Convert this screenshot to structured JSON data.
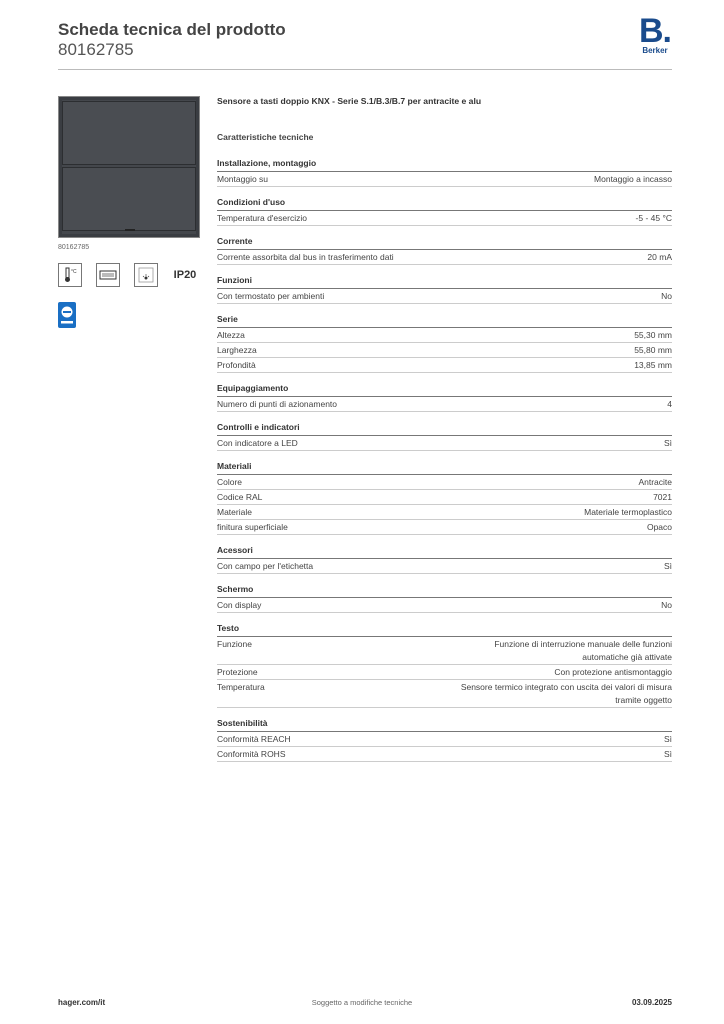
{
  "header": {
    "title": "Scheda tecnica del prodotto",
    "article_number": "80162785",
    "logo_text": "Berker"
  },
  "product": {
    "article_small": "80162785",
    "name": "Sensore a tasti doppio KNX - Serie S.1/B.3/B.7 per antracite e alu",
    "icons": [
      {
        "name": "thermometer-icon",
        "label": "°C"
      },
      {
        "name": "display-icon",
        "label": ""
      },
      {
        "name": "led-indicator-icon",
        "label": ""
      },
      {
        "name": "ip-rating-icon",
        "label": "IP20"
      }
    ]
  },
  "tech_title": "Caratteristiche tecniche",
  "sections": [
    {
      "title": "Installazione, montaggio",
      "rows": [
        {
          "k": "Montaggio su",
          "v": "Montaggio a incasso"
        }
      ]
    },
    {
      "title": "Condizioni d'uso",
      "rows": [
        {
          "k": "Temperatura d'esercizio",
          "v": "-5 - 45 °C"
        }
      ]
    },
    {
      "title": "Corrente",
      "rows": [
        {
          "k": "Corrente assorbita dal bus in trasferimento dati",
          "v": "20 mA"
        }
      ]
    },
    {
      "title": "Funzioni",
      "rows": [
        {
          "k": "Con termostato per ambienti",
          "v": "No"
        }
      ]
    },
    {
      "title": "Serie",
      "rows": [
        {
          "k": "Altezza",
          "v": "55,30 mm"
        },
        {
          "k": "Larghezza",
          "v": "55,80 mm"
        },
        {
          "k": "Profondità",
          "v": "13,85 mm"
        }
      ]
    },
    {
      "title": "Equipaggiamento",
      "rows": [
        {
          "k": "Numero di punti di azionamento",
          "v": "4"
        }
      ]
    },
    {
      "title": "Controlli e indicatori",
      "rows": [
        {
          "k": "Con indicatore a LED",
          "v": "Sì"
        }
      ]
    },
    {
      "title": "Materiali",
      "rows": [
        {
          "k": "Colore",
          "v": "Antracite"
        },
        {
          "k": "Codice RAL",
          "v": "7021"
        },
        {
          "k": "Materiale",
          "v": "Materiale termoplastico"
        },
        {
          "k": "finitura superficiale",
          "v": "Opaco"
        }
      ]
    },
    {
      "title": "Acessori",
      "rows": [
        {
          "k": "Con campo per l'etichetta",
          "v": "Sì"
        }
      ]
    },
    {
      "title": "Schermo",
      "rows": [
        {
          "k": "Con display",
          "v": "No"
        }
      ]
    },
    {
      "title": "Testo",
      "rows": [
        {
          "k": "Funzione",
          "v": "Funzione di interruzione manuale delle funzioni automatiche già attivate"
        },
        {
          "k": "Protezione",
          "v": "Con protezione antismontaggio"
        },
        {
          "k": "Temperatura",
          "v": "Sensore termico integrato con uscita dei valori di misura tramite oggetto"
        }
      ]
    },
    {
      "title": "Sostenibilità",
      "rows": [
        {
          "k": "Conformità REACH",
          "v": "Sì"
        },
        {
          "k": "Conformità ROHS",
          "v": "Sì"
        }
      ]
    }
  ],
  "footer": {
    "left": "hager.com/it",
    "center": "Soggetto a modifiche tecniche",
    "right": "03.09.2025"
  },
  "colors": {
    "brand": "#1a4b8c"
  }
}
